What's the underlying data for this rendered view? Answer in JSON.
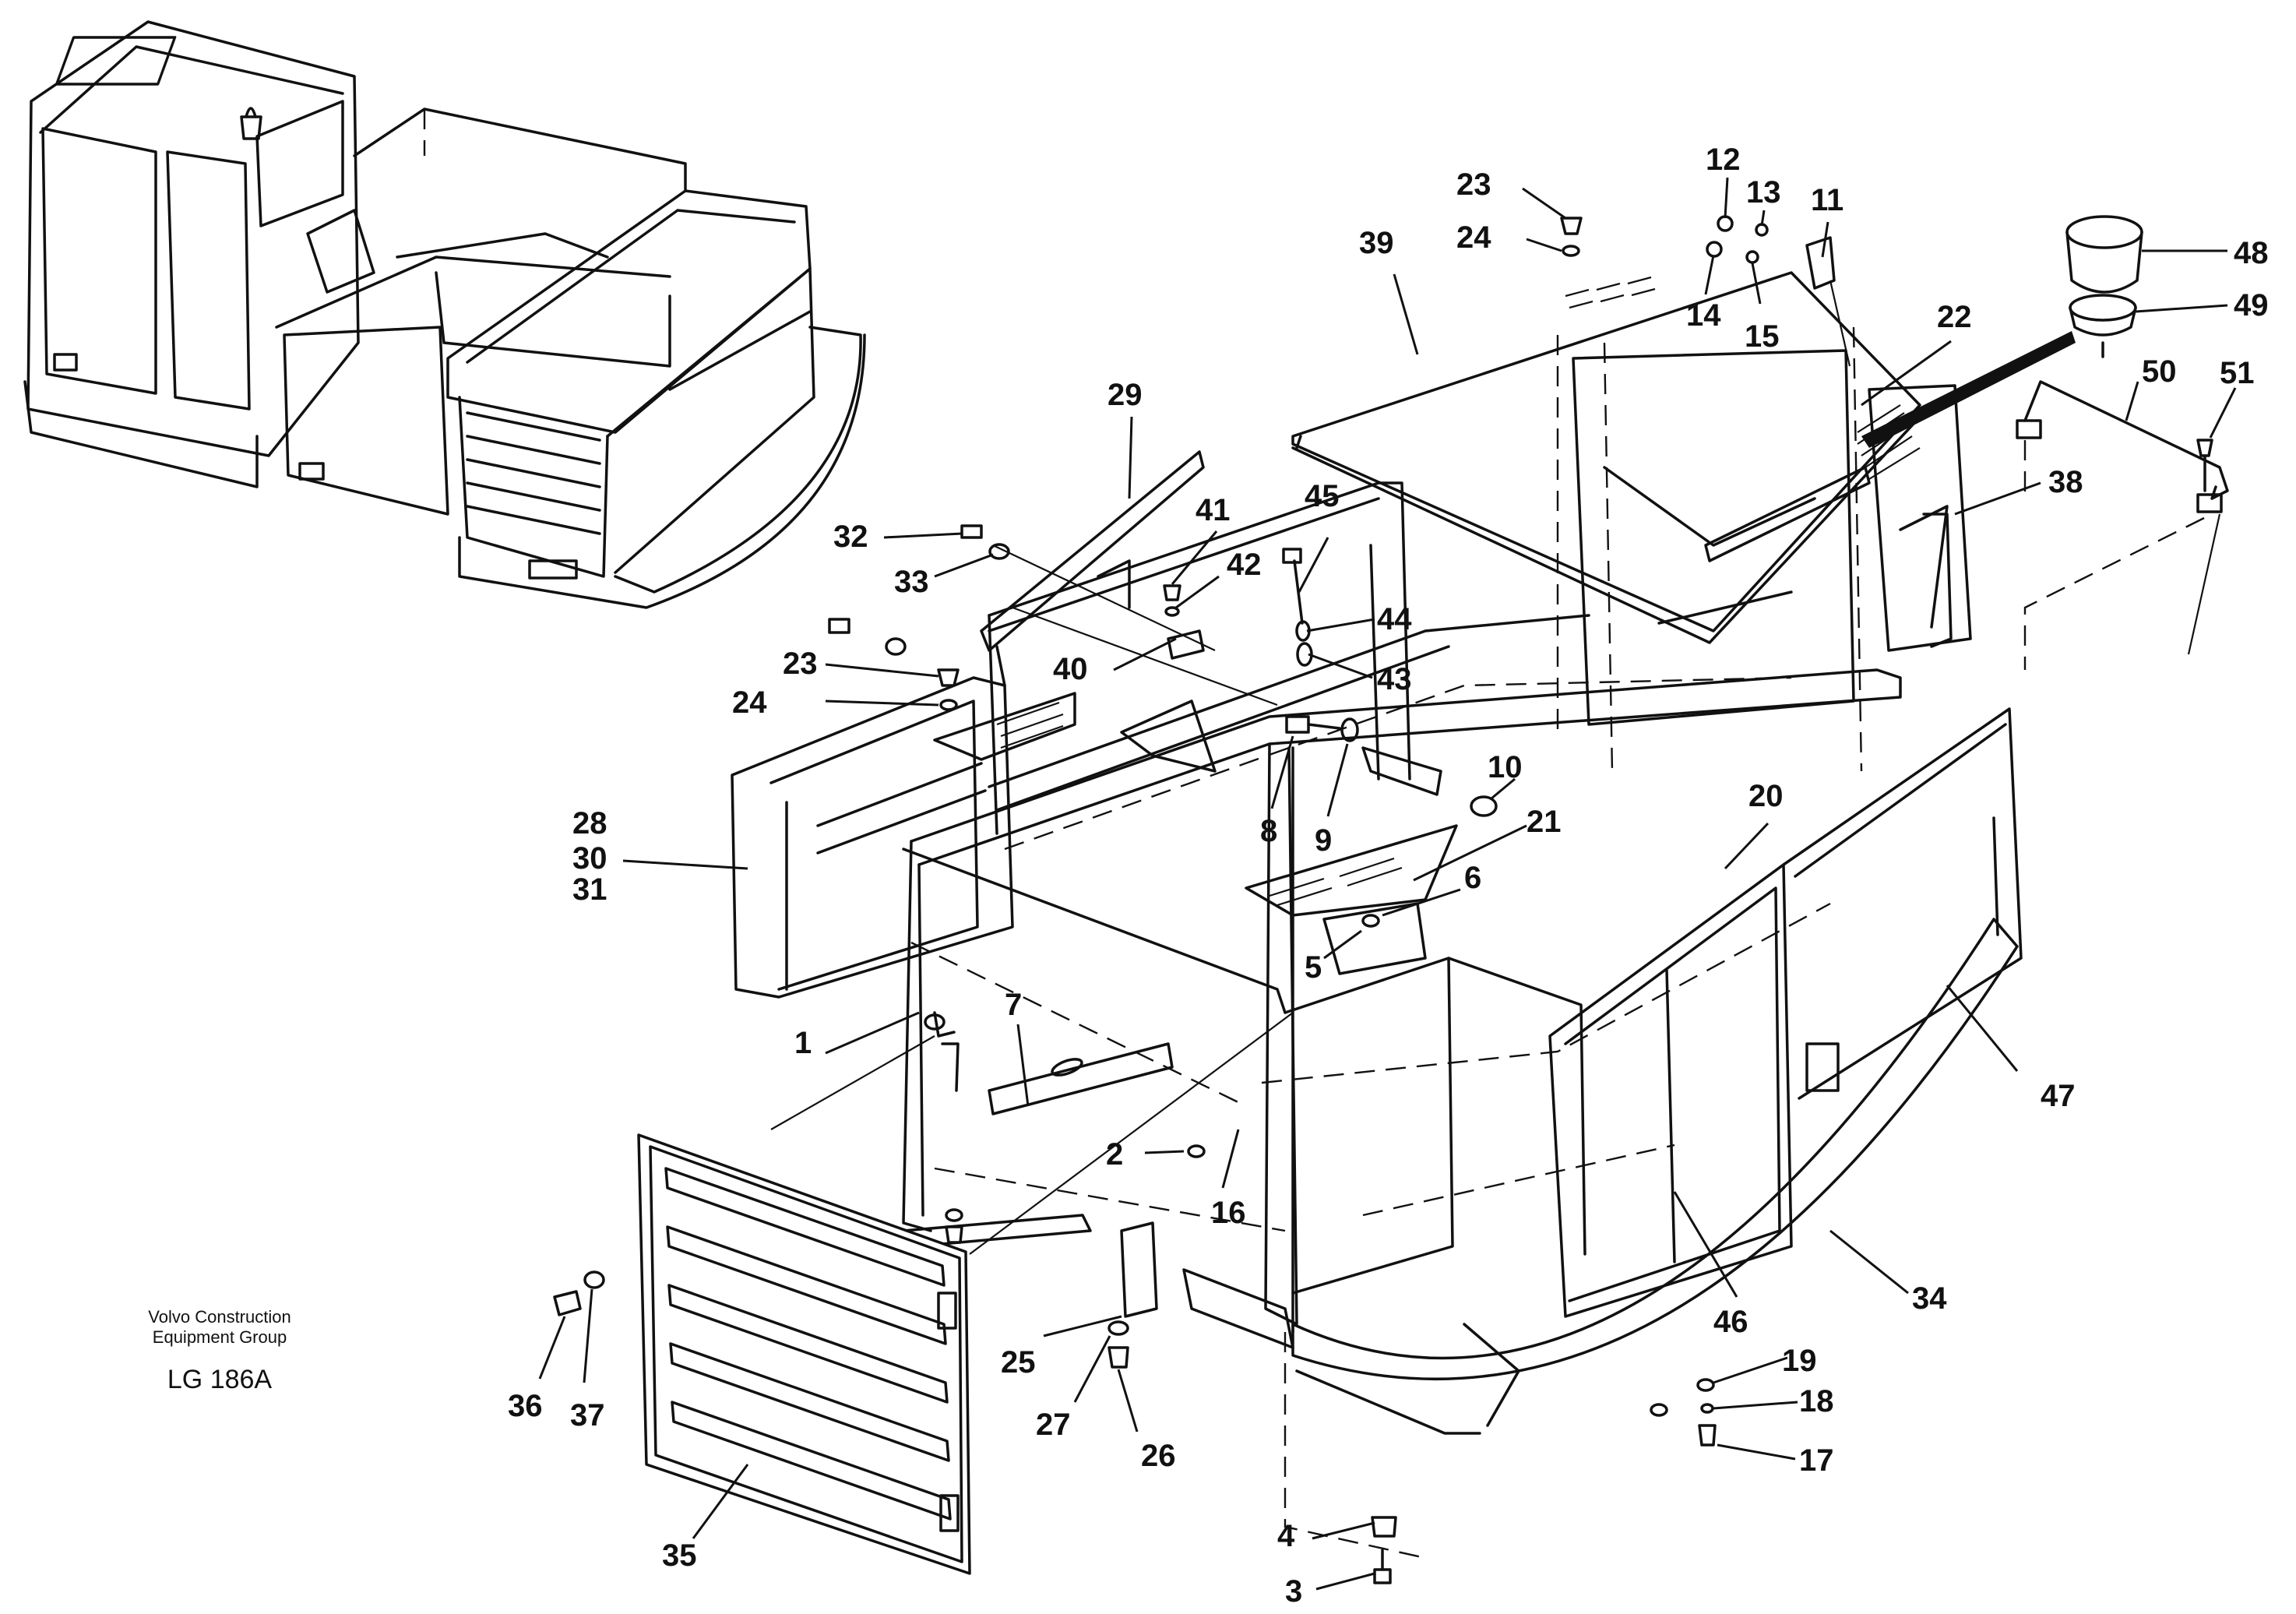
{
  "company": {
    "line1": "Volvo Construction",
    "line2": "Equipment Group"
  },
  "drawing_code": "LG 186A",
  "callouts": [
    {
      "id": "c1",
      "text": "1"
    },
    {
      "id": "c2",
      "text": "2"
    },
    {
      "id": "c3",
      "text": "3"
    },
    {
      "id": "c4",
      "text": "4"
    },
    {
      "id": "c5",
      "text": "5"
    },
    {
      "id": "c6",
      "text": "6"
    },
    {
      "id": "c7",
      "text": "7"
    },
    {
      "id": "c8",
      "text": "8"
    },
    {
      "id": "c9",
      "text": "9"
    },
    {
      "id": "c10",
      "text": "10"
    },
    {
      "id": "c11",
      "text": "11"
    },
    {
      "id": "c12",
      "text": "12"
    },
    {
      "id": "c13",
      "text": "13"
    },
    {
      "id": "c14",
      "text": "14"
    },
    {
      "id": "c15",
      "text": "15"
    },
    {
      "id": "c16",
      "text": "16"
    },
    {
      "id": "c17",
      "text": "17"
    },
    {
      "id": "c18",
      "text": "18"
    },
    {
      "id": "c19",
      "text": "19"
    },
    {
      "id": "c20",
      "text": "20"
    },
    {
      "id": "c21",
      "text": "21"
    },
    {
      "id": "c22",
      "text": "22"
    },
    {
      "id": "c23a",
      "text": "23"
    },
    {
      "id": "c23b",
      "text": "23"
    },
    {
      "id": "c24a",
      "text": "24"
    },
    {
      "id": "c24b",
      "text": "24"
    },
    {
      "id": "c25",
      "text": "25"
    },
    {
      "id": "c26",
      "text": "26"
    },
    {
      "id": "c27",
      "text": "27"
    },
    {
      "id": "c28",
      "text": "28"
    },
    {
      "id": "c29",
      "text": "29"
    },
    {
      "id": "c30",
      "text": "30"
    },
    {
      "id": "c31",
      "text": "31"
    },
    {
      "id": "c32",
      "text": "32"
    },
    {
      "id": "c33",
      "text": "33"
    },
    {
      "id": "c34",
      "text": "34"
    },
    {
      "id": "c35",
      "text": "35"
    },
    {
      "id": "c36",
      "text": "36"
    },
    {
      "id": "c37",
      "text": "37"
    },
    {
      "id": "c38",
      "text": "38"
    },
    {
      "id": "c39",
      "text": "39"
    },
    {
      "id": "c40",
      "text": "40"
    },
    {
      "id": "c41",
      "text": "41"
    },
    {
      "id": "c42",
      "text": "42"
    },
    {
      "id": "c43",
      "text": "43"
    },
    {
      "id": "c44",
      "text": "44"
    },
    {
      "id": "c45",
      "text": "45"
    },
    {
      "id": "c46",
      "text": "46"
    },
    {
      "id": "c47",
      "text": "47"
    },
    {
      "id": "c48",
      "text": "48"
    },
    {
      "id": "c49",
      "text": "49"
    },
    {
      "id": "c50",
      "text": "50"
    },
    {
      "id": "c51",
      "text": "51"
    }
  ]
}
